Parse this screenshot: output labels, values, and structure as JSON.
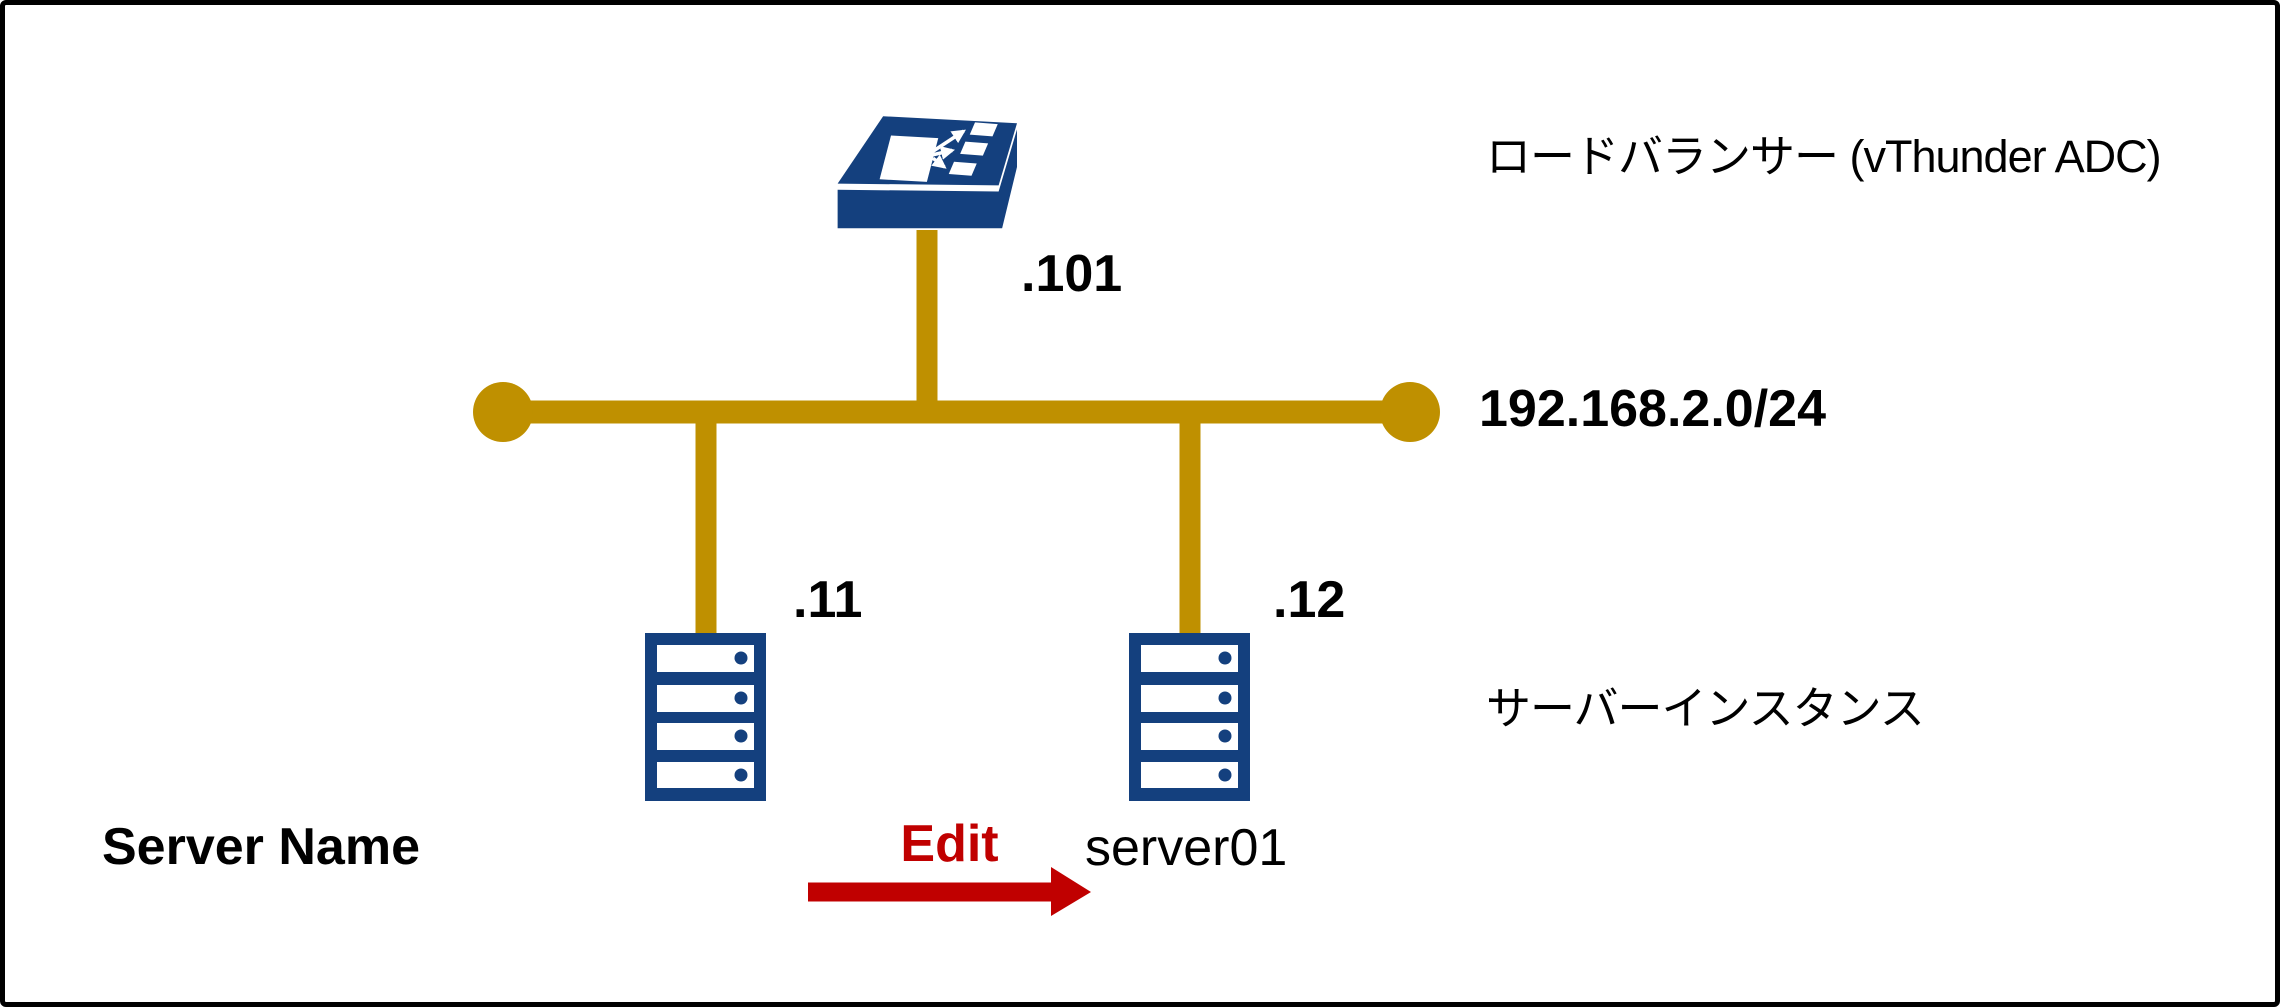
{
  "diagram": {
    "load_balancer": {
      "label": "ロードバランサー (vThunder ADC)",
      "interface_ip": ".101"
    },
    "network": {
      "cidr": "192.168.2.0/24"
    },
    "server_group": {
      "label": "サーバーインスタンス",
      "servers": [
        {
          "interface_ip": ".11"
        },
        {
          "interface_ip": ".12",
          "name": "server01"
        }
      ]
    },
    "edit_note": {
      "field_label": "Server Name",
      "action_label": "Edit",
      "value": "server01"
    }
  },
  "colors": {
    "navy": "#14407E",
    "gold": "#BF9000",
    "red": "#C00000",
    "text": "#000000",
    "background": "#FFFFFF",
    "border": "#000000"
  }
}
